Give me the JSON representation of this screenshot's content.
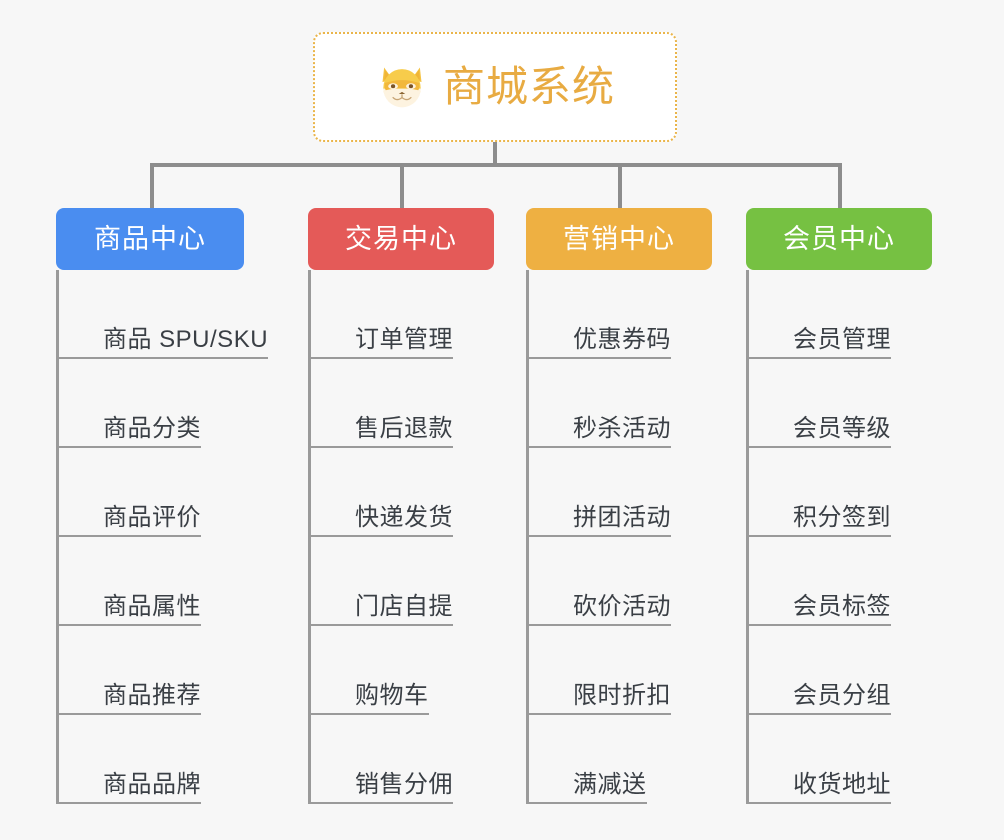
{
  "page": {
    "background_color": "#f7f7f7",
    "type": "org-chart-mindmap"
  },
  "root": {
    "title": "商城系统",
    "icon": "shiba-dog-face-icon",
    "text_color": "#e8ab42",
    "border_color": "#eab54a",
    "background_color": "#ffffff"
  },
  "categories": [
    {
      "label": "商品中心",
      "color": "#4a8df0",
      "items": [
        "商品 SPU/SKU",
        "商品分类",
        "商品评价",
        "商品属性",
        "商品推荐",
        "商品品牌"
      ]
    },
    {
      "label": "交易中心",
      "color": "#e45a58",
      "items": [
        "订单管理",
        "售后退款",
        "快递发货",
        "门店自提",
        "购物车",
        "销售分佣"
      ]
    },
    {
      "label": "营销中心",
      "color": "#eeb042",
      "items": [
        "优惠券码",
        "秒杀活动",
        "拼团活动",
        "砍价活动",
        "限时折扣",
        "满减送"
      ]
    },
    {
      "label": "会员中心",
      "color": "#76c142",
      "items": [
        "会员管理",
        "会员等级",
        "积分签到",
        "会员标签",
        "会员分组",
        "收货地址"
      ]
    }
  ],
  "connector": {
    "color": "#8d8d8d"
  },
  "leaf_style": {
    "text_color": "#3a3f45",
    "rule_color": "#9a9a9a"
  }
}
